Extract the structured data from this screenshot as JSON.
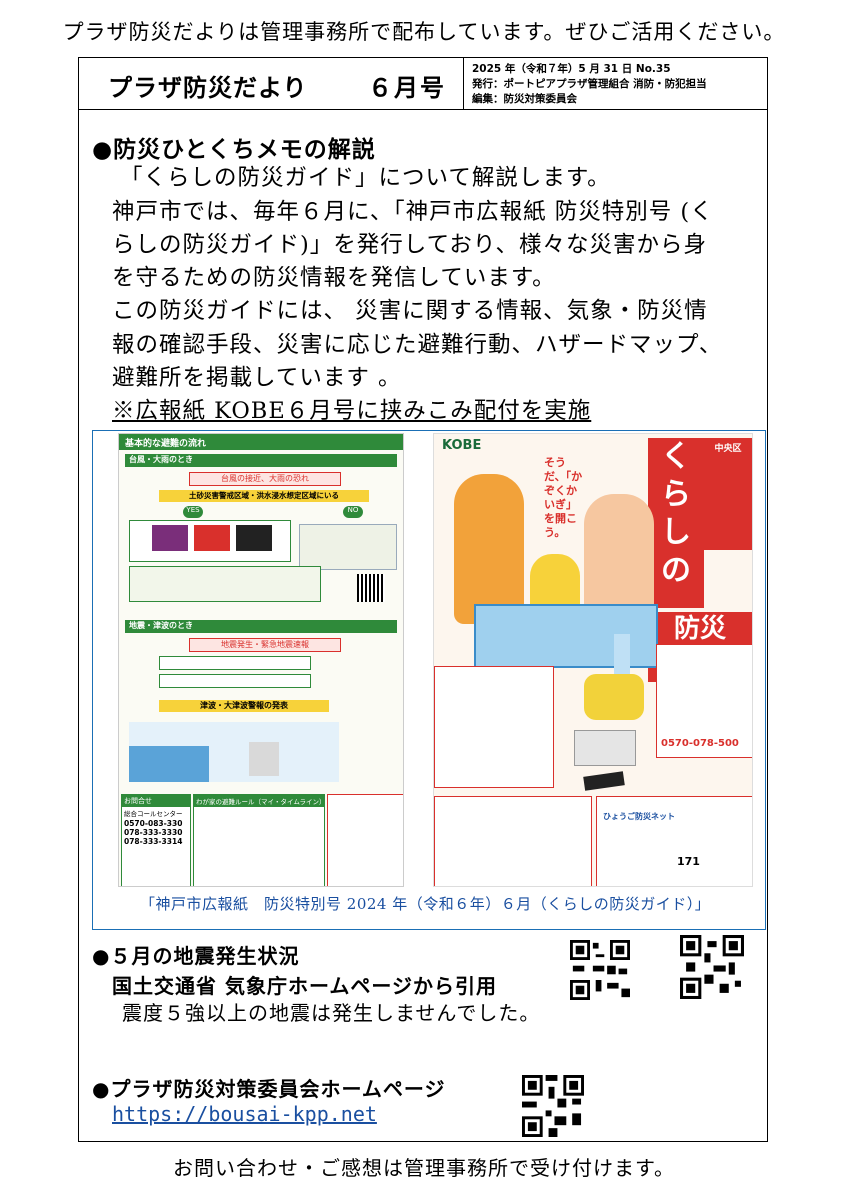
{
  "top_note": "プラザ防災だよりは管理事務所で配布しています。ぜひご活用ください。",
  "header": {
    "title": "プラザ防災だより",
    "issue": "６月号",
    "date_line": "2025 年（令和７年）5 月 31 日 No.35",
    "publisher_line": "発行：ポートピアプラザ管理組合 消防・防犯担当",
    "editor_line": "編集：防災対策委員会"
  },
  "memo": {
    "title": "●防災ひとくちメモの解説",
    "lines": [
      "「くらしの防災ガイド」について解説します。",
      "神戸市では、毎年６月に、「神戸市広報紙 防災特別号 (く",
      "らしの防災ガイド)」を発行しており、様々な災害から身",
      "を守るための防災情報を発信しています。",
      "この防災ガイドには、 災害に関する情報、気象・防災情",
      "報の確認手段、災害に応じた避難行動、ハザードマップ、",
      "避難所を掲載しています 。"
    ],
    "note": "※広報紙 KOBE６月号に挟みこみ配付を実施"
  },
  "guide_image": {
    "left_panel": {
      "title": "基本的な避難の流れ",
      "bar1": "台風・大雨のとき",
      "bar1_sub": "台風の接近、大雨の恐れ",
      "bar2": "土砂災害警戒区域・洪水浸水想定区域にいる",
      "yes": "YES",
      "no": "NO",
      "bar3": "地震・津波のとき",
      "bar3_sub": "地震発生・緊急地震速報",
      "tsunami": "津波・大津波警報の発表",
      "contact": "お問合せ",
      "call_center": "総合コールセンター",
      "phone1": "0570-083-330",
      "phone2": "078-333-3330",
      "fax": "078-333-3314",
      "rule_title": "わが家の避難ルール（マイ・タイムライン）"
    },
    "right_panel": {
      "logo": "KOBE",
      "ward": "中央区",
      "title_chars": [
        "く",
        "ら",
        "し",
        "の",
        "防",
        "災",
        "ガ",
        "イ",
        "ド"
      ],
      "catch": "そうだ、「かぞくかいぎ」を開こう。",
      "phone": "0570-078-500",
      "dial": "171",
      "net": "ひょうご防災ネット"
    },
    "caption": "「神戸市広報紙　防災特別号 2024 年（令和６年）６月（くらしの防災ガイド）」"
  },
  "quake": {
    "title": "●５月の地震発生状況",
    "source": "国土交通省 気象庁ホームページから引用",
    "result": "震度５強以上の地震は発生しませんでした。"
  },
  "homepage": {
    "title": "●プラザ防災対策委員会ホームページ",
    "url": "https://bousai-kpp.net"
  },
  "bottom_note": "お問い合わせ・ご感想は管理事務所で受け付けます。",
  "colors": {
    "link": "#1a4fa0",
    "green": "#2f8a3a",
    "red": "#d9302c",
    "orange": "#f2a23a"
  }
}
